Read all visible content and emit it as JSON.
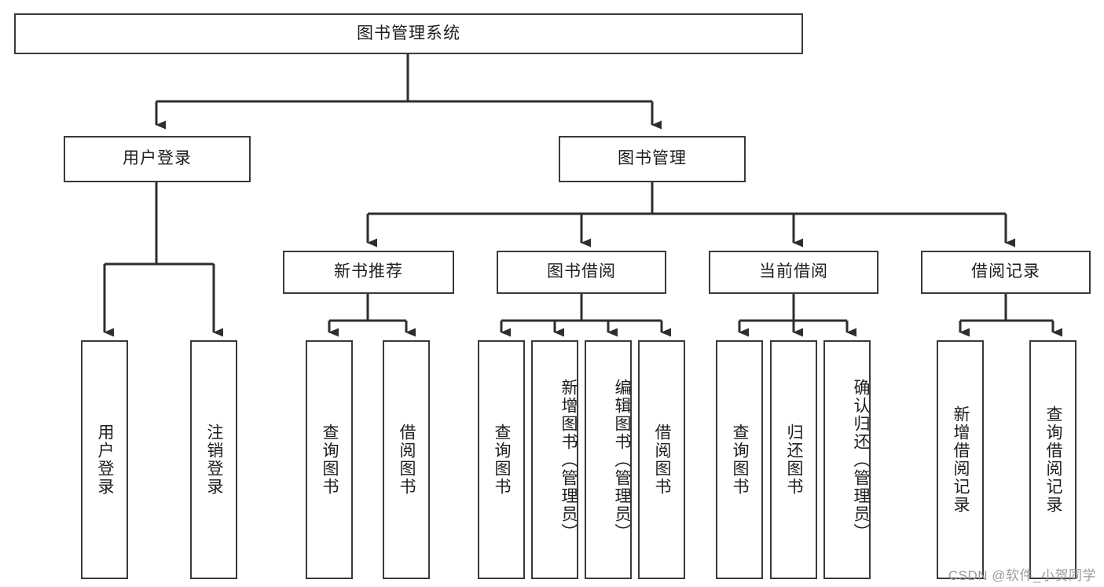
{
  "diagram": {
    "type": "tree-hierarchy",
    "title": "图书管理系统",
    "watermark": "CSDN @软件_小贺同学",
    "colors": {
      "border": "#3a3a3a",
      "fill": "#ffffff",
      "text": "#1d1d1d",
      "edge": "#2e2e2e",
      "watermark": "#9a9a9a"
    },
    "nodes": {
      "root": {
        "label": "图书管理系统"
      },
      "level1": [
        {
          "id": "user-login",
          "label": "用户登录"
        },
        {
          "id": "book-manage",
          "label": "图书管理"
        }
      ],
      "level2": [
        {
          "id": "new-book-recommend",
          "label": "新书推荐"
        },
        {
          "id": "book-borrow",
          "label": "图书借阅"
        },
        {
          "id": "current-borrow",
          "label": "当前借阅"
        },
        {
          "id": "borrow-record",
          "label": "借阅记录"
        }
      ],
      "leaves": {
        "user-login": [
          {
            "id": "leaf-user-login",
            "label": "用户登录"
          },
          {
            "id": "leaf-logout-login",
            "label": "注销登录"
          }
        ],
        "new-book-recommend": [
          {
            "id": "leaf-query-book-1",
            "label": "查询图书"
          },
          {
            "id": "leaf-borrow-book-1",
            "label": "借阅图书"
          }
        ],
        "book-borrow": [
          {
            "id": "leaf-query-book-2",
            "label": "查询图书"
          },
          {
            "id": "leaf-add-book",
            "label": "新增图书（管理员）"
          },
          {
            "id": "leaf-edit-book",
            "label": "编辑图书（管理员）"
          },
          {
            "id": "leaf-borrow-book-2",
            "label": "借阅图书"
          }
        ],
        "current-borrow": [
          {
            "id": "leaf-query-book-3",
            "label": "查询图书"
          },
          {
            "id": "leaf-return-book",
            "label": "归还图书"
          },
          {
            "id": "leaf-confirm-return",
            "label": "确认归还（管理员）"
          }
        ],
        "borrow-record": [
          {
            "id": "leaf-add-record",
            "label": "新增借阅记录"
          },
          {
            "id": "leaf-query-record",
            "label": "查询借阅记录"
          }
        ]
      }
    }
  }
}
